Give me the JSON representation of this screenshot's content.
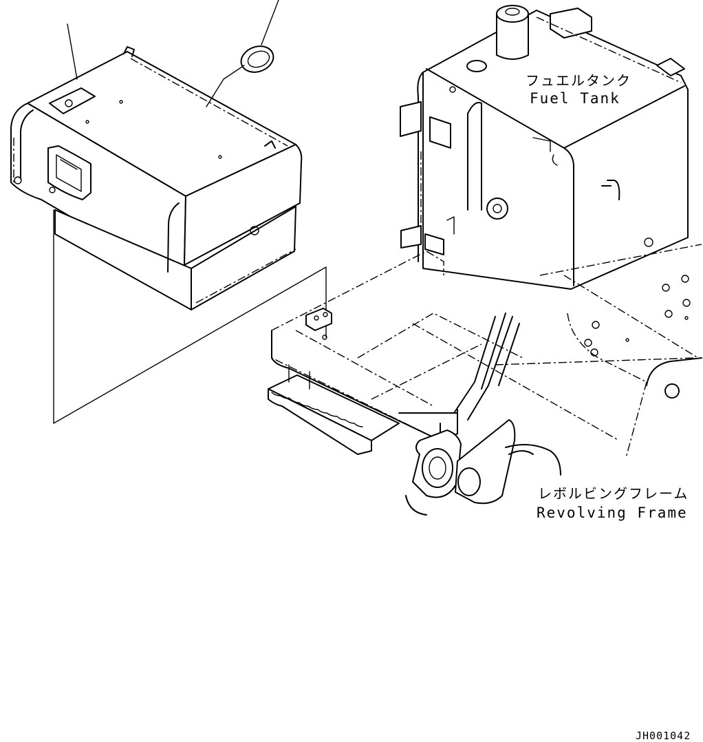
{
  "labels": {
    "fuel_tank_jp": "フュエルタンク",
    "fuel_tank_en": "Fuel Tank",
    "revolving_frame_jp": "レボルビングフレーム",
    "revolving_frame_en": "Revolving Frame",
    "drawing_number": "JH001042"
  }
}
